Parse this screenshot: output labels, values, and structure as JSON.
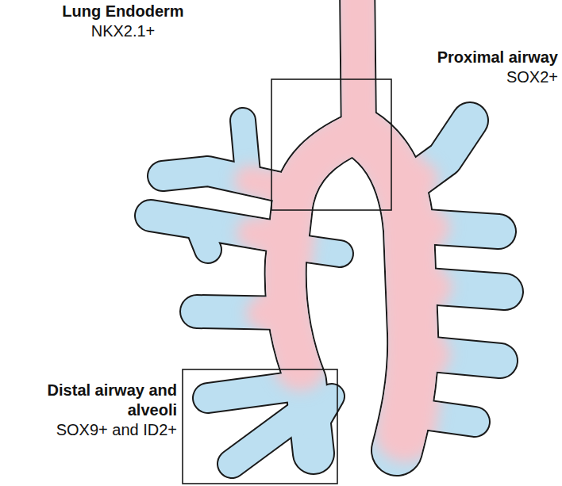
{
  "diagram": {
    "labels": [
      "Lung Endoderm",
      "NKX2.1+",
      "Proximal airway",
      "SOX2+",
      "Distal airway and alveoli",
      "SOX9+ and ID2+"
    ]
  }
}
